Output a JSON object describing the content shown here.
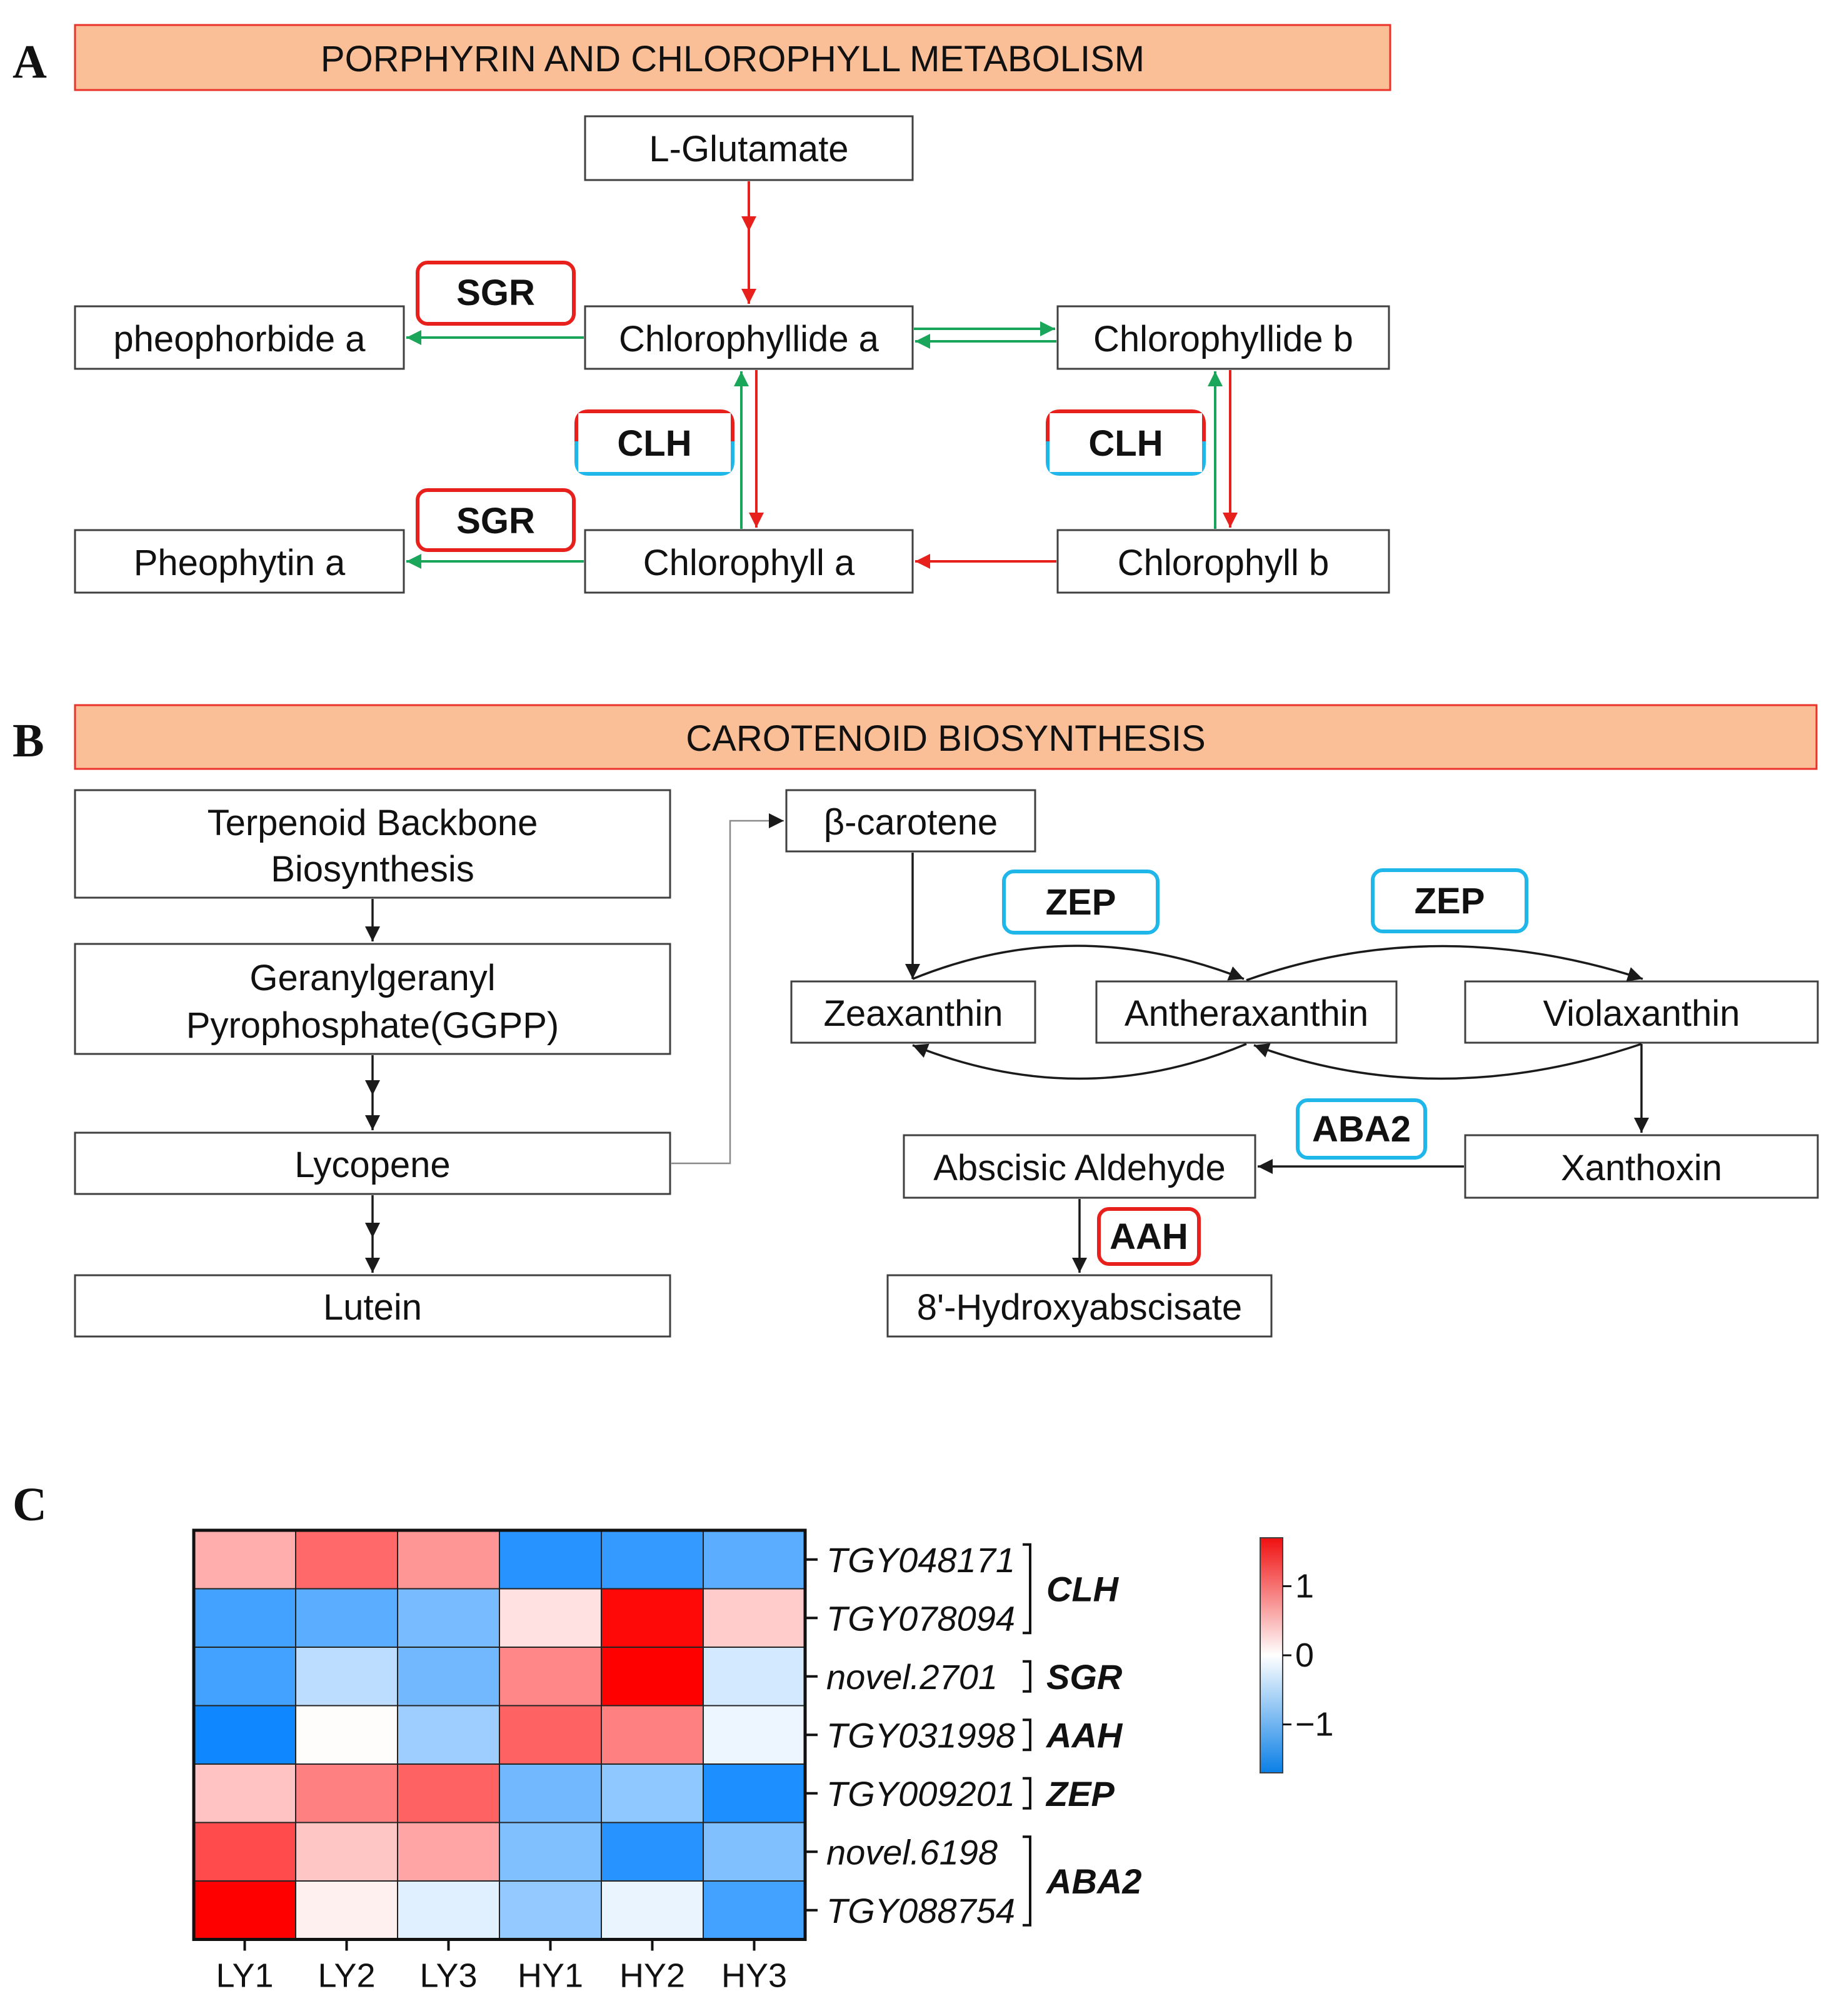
{
  "panels": {
    "a": "A",
    "b": "B",
    "c": "C"
  },
  "banners": {
    "a": "PORPHYRIN AND CHLOROPHYLL METABOLISM",
    "b": "CAROTENOID BIOSYNTHESIS"
  },
  "nodes_a": {
    "glutamate": "L-Glutamate",
    "pheophorbide": "pheophorbide a",
    "chlorophyllide_a": "Chlorophyllide a",
    "chlorophyllide_b": "Chlorophyllide b",
    "pheophytin": "Pheophytin a",
    "chlorophyll_a": "Chlorophyll a",
    "chlorophyll_b": "Chlorophyll b"
  },
  "enzymes_a": {
    "sgr1": "SGR",
    "sgr2": "SGR",
    "clh1": "CLH",
    "clh2": "CLH"
  },
  "nodes_b": {
    "terpenoid_1": "Terpenoid Backbone",
    "terpenoid_2": "Biosynthesis",
    "ggpp_1": "Geranylgeranyl",
    "ggpp_2": "Pyrophosphate(GGPP)",
    "lycopene": "Lycopene",
    "lutein": "Lutein",
    "bcarotene": "β-carotene",
    "zeaxanthin": "Zeaxanthin",
    "antheraxanthin": "Antheraxanthin",
    "violaxanthin": "Violaxanthin",
    "abscisic_aldehyde": "Abscisic Aldehyde",
    "xanthoxin": "Xanthoxin",
    "hydroxyabscisate": "8'-Hydroxyabscisate"
  },
  "enzymes_b": {
    "zep1": "ZEP",
    "zep2": "ZEP",
    "aba2": "ABA2",
    "aah": "AAH"
  },
  "colors": {
    "banner_fill": "#fbbf98",
    "banner_border": "#e8322a",
    "up_red": "#e8201c",
    "down_green": "#1aa65a",
    "label_blue": "#1fb6ea",
    "heat_high": "#ff0000",
    "heat_mid": "#ffffff",
    "heat_low": "#0080ff"
  },
  "heatmap": {
    "columns": [
      "LY1",
      "LY2",
      "LY3",
      "HY1",
      "HY2",
      "HY3"
    ],
    "rows": [
      "TGY048171",
      "TGY078094",
      "novel.2701",
      "TGY031998",
      "TGY009201",
      "novel.6198",
      "TGY088754"
    ],
    "groups": [
      {
        "name": "CLH",
        "rows": [
          0,
          1
        ]
      },
      {
        "name": "SGR",
        "rows": [
          2,
          2
        ]
      },
      {
        "name": "AAH",
        "rows": [
          3,
          3
        ]
      },
      {
        "name": "ZEP",
        "rows": [
          4,
          4
        ]
      },
      {
        "name": "ABA2",
        "rows": [
          5,
          6
        ]
      }
    ],
    "values": [
      [
        0.55,
        1.0,
        0.7,
        -1.45,
        -1.35,
        -1.1
      ],
      [
        -1.25,
        -1.1,
        -0.9,
        0.2,
        1.65,
        0.35
      ],
      [
        -1.25,
        -0.45,
        -0.95,
        0.8,
        1.7,
        -0.3
      ],
      [
        -1.6,
        0.02,
        -0.65,
        1.05,
        0.85,
        -0.12
      ],
      [
        0.4,
        0.85,
        1.05,
        -0.95,
        -0.75,
        -1.5
      ],
      [
        1.2,
        0.38,
        0.6,
        -0.85,
        -1.45,
        -0.85
      ],
      [
        1.75,
        0.1,
        -0.2,
        -0.72,
        -0.15,
        -1.25
      ]
    ],
    "legend": {
      "ticks": [
        1,
        0,
        -1
      ],
      "tick_labels": [
        "1",
        "0",
        "−1"
      ],
      "range": [
        -1.7,
        1.7
      ]
    }
  }
}
